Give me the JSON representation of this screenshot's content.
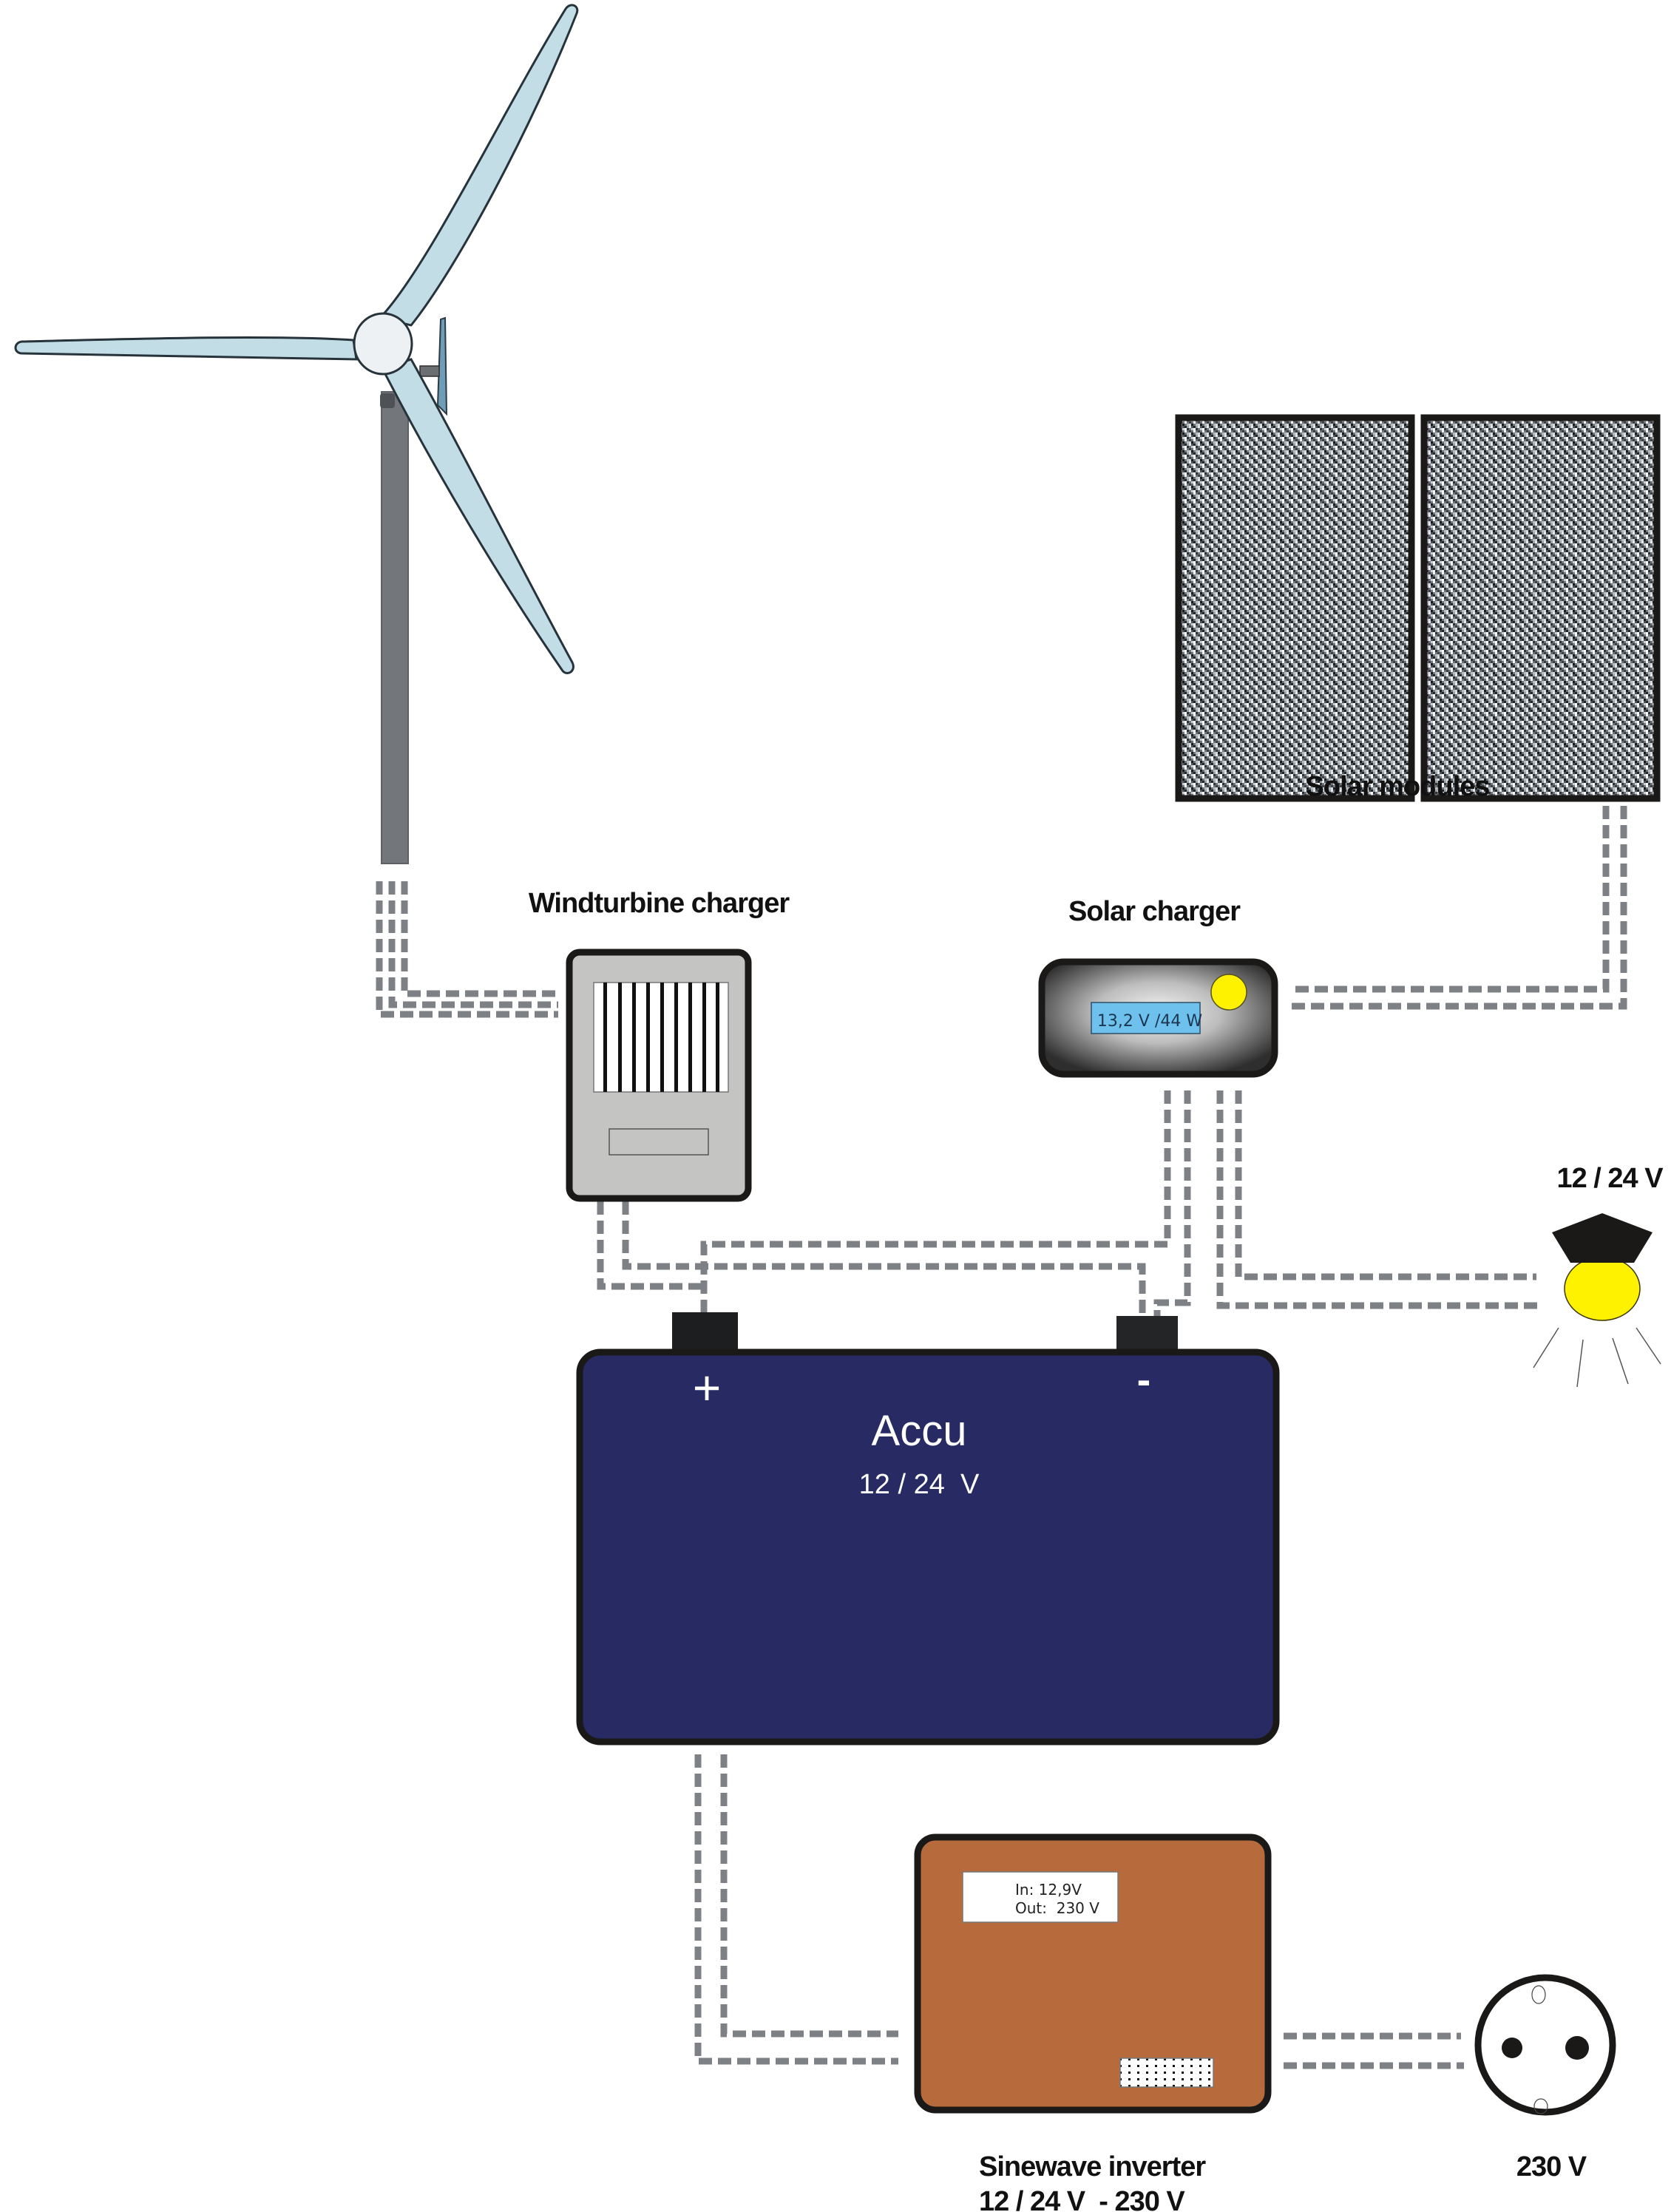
{
  "diagram": {
    "title": "Hybrid wind/solar off-grid power system",
    "components": {
      "wind_turbine": {
        "name": "Wind turbine"
      },
      "windturbine_charger": {
        "label": "Windturbine charger"
      },
      "solar_modules": {
        "label": "Solar modules",
        "count": 2
      },
      "solar_charger": {
        "label": "Solar charger",
        "display": "13,2 V /44 W"
      },
      "lamp": {
        "label": "12 / 24 V"
      },
      "battery": {
        "title": "Accu",
        "voltage": "12 / 24  V",
        "plus": "+",
        "minus": "-"
      },
      "inverter": {
        "label_line1": "Sinewave inverter",
        "label_line2": "12 / 24 V  - 230 V",
        "display_in": "In: 12,9V",
        "display_out": "Out:  230 V"
      },
      "socket": {
        "label": "230 V"
      }
    },
    "colors": {
      "wire": "#7d8185",
      "blade": "#c3dde6",
      "tower": "#73777b",
      "charger_body": "#c4c4c2",
      "battery": "#282a64",
      "inverter": "#b76b3c",
      "lcd": "#6ec1ec",
      "indicator": "#fff200",
      "outline": "#1b1918"
    }
  }
}
